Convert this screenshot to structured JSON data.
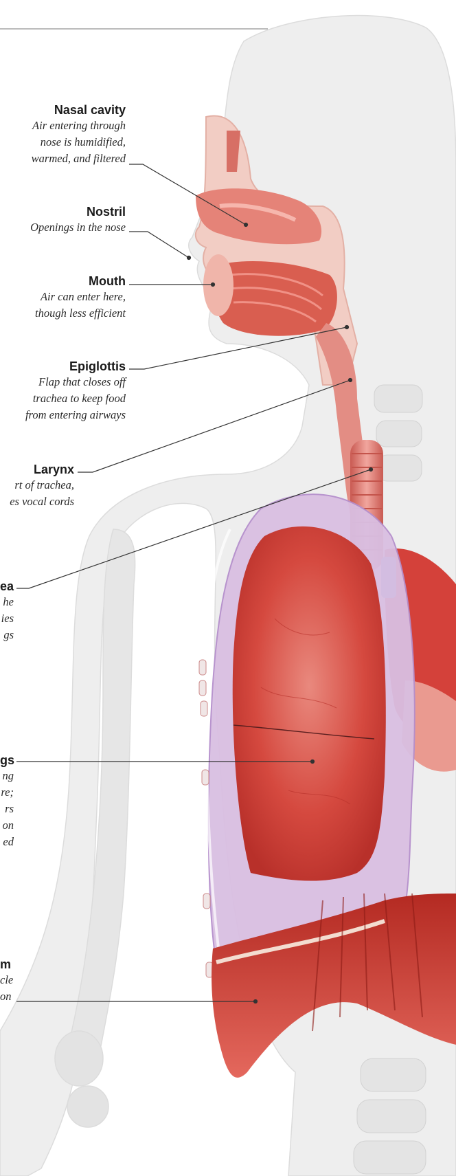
{
  "colors": {
    "background": "#ffffff",
    "skeleton": "#e9e9e9",
    "tissue": "#e07a72",
    "lung": "#d94f45",
    "pleura": "#c9a8d8",
    "muscle": "#c8332a",
    "vein": "#6fa4d8",
    "leader_line": "#333333"
  },
  "labels": [
    {
      "title": "Nasal cavity",
      "lines": [
        "Air entering through",
        "nose is humidified,",
        "warmed, and filtered"
      ]
    },
    {
      "title": "Nostril",
      "lines": [
        "Openings in the nose"
      ]
    },
    {
      "title": "Mouth",
      "lines": [
        "Air can enter here,",
        "though less efficient"
      ]
    },
    {
      "title": "Epiglottis",
      "lines": [
        "Flap that closes off",
        "trachea to keep food",
        "from entering airways"
      ]
    },
    {
      "title": "Larynx",
      "lines": [
        "rt of trachea,",
        "es vocal cords"
      ]
    },
    {
      "title": "ea",
      "lines": [
        "he",
        "ies",
        "gs"
      ]
    },
    {
      "title": "gs",
      "lines": [
        "ng",
        "re;",
        "rs",
        "on",
        "ed"
      ]
    },
    {
      "title": "m",
      "lines": [
        "cle",
        "on"
      ]
    }
  ]
}
